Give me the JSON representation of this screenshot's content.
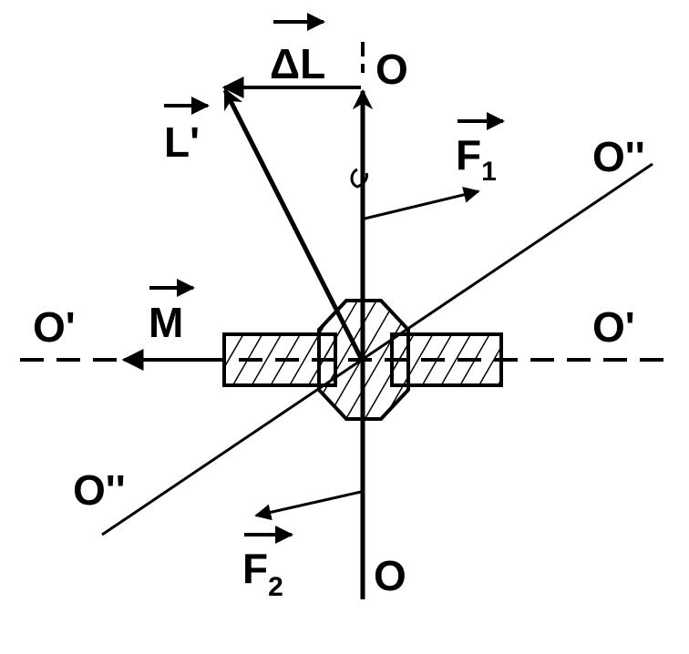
{
  "colors": {
    "ink": "#000000",
    "background": "#ffffff"
  },
  "labels": {
    "axis_o_top": "O",
    "axis_o_bottom": "O",
    "axis_o_prime_left": "O'",
    "axis_o_prime_right": "O'",
    "axis_o_dprime_top": "O''",
    "axis_o_dprime_bottom": "O''",
    "vec_delta_l": "ΔL",
    "vec_l_prime": "L'",
    "vec_m": "M",
    "vec_f1_main": "F",
    "vec_f1_sub": "1",
    "vec_f2_main": "F",
    "vec_f2_sub": "2"
  },
  "icons": {
    "rotation": "rotation-arrow-icon"
  }
}
